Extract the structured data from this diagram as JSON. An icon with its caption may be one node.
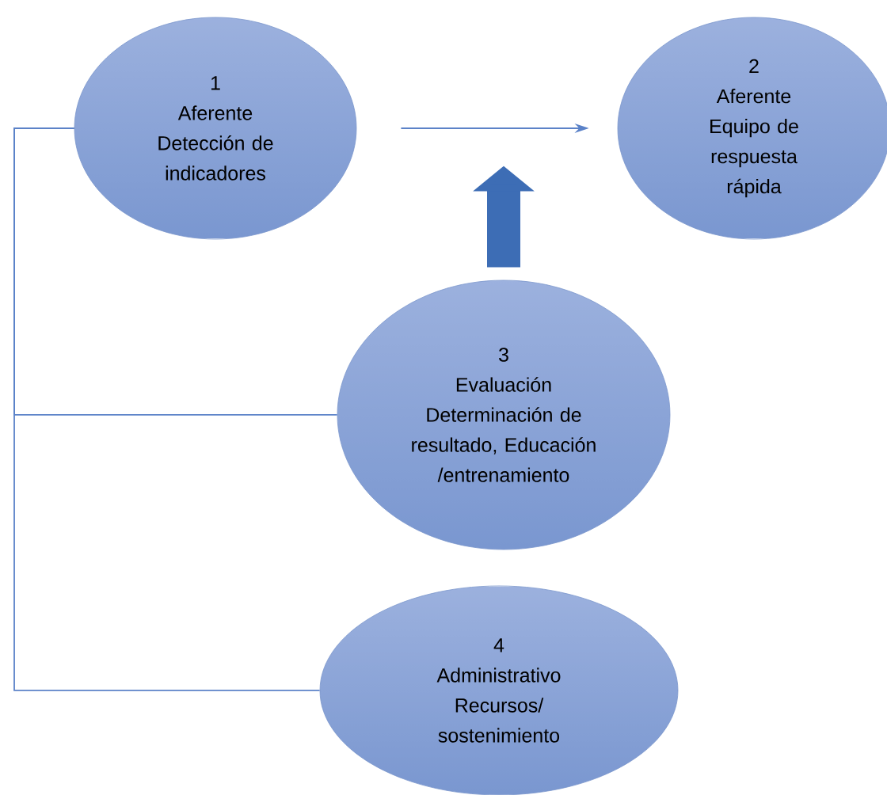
{
  "diagram": {
    "nodes": [
      {
        "text": [
          "1",
          "Aferente",
          "Detección de indicadores"
        ]
      },
      {
        "text": [
          "2",
          "Aferente",
          "Equipo de respuesta rápida"
        ]
      },
      {
        "text": [
          "3",
          "Evaluación",
          "Determinación de resultado, Educación /entrenamiento"
        ]
      },
      {
        "text": [
          "4",
          "Administrativo",
          "Recursos/ sostenimiento"
        ]
      }
    ],
    "edges": [
      {
        "from": 0,
        "to": 1,
        "arrow": "to"
      },
      {
        "from": 2,
        "to": null,
        "arrow": "to",
        "style": "thick",
        "color": "#3d6db5"
      },
      {
        "from": 0,
        "to": 2,
        "arrow": "none"
      },
      {
        "from": 0,
        "to": 3,
        "arrow": "none"
      }
    ]
  }
}
